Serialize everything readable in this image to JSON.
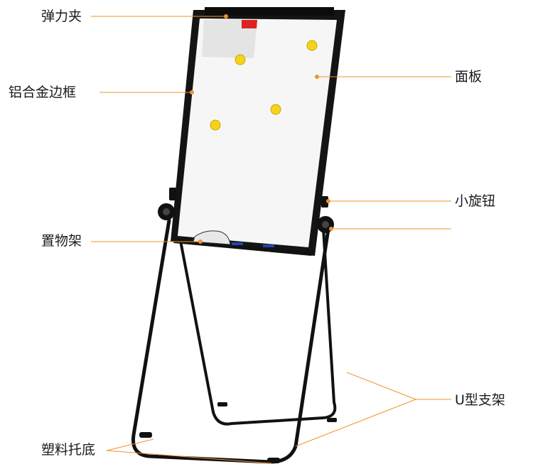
{
  "labels": {
    "clip": "弹力夹",
    "frame": "铝合金边框",
    "tray": "置物架",
    "base": "塑料托底",
    "panel": "面板",
    "knob": "小旋钮",
    "u_stand": "U型支架"
  },
  "colors": {
    "callout": "#f0932b",
    "frame": "#141414",
    "board": "#f6f6f6",
    "magnet": "#f5d21c",
    "text": "#1a1a1a"
  },
  "icons": {
    "magnet": "round-magnet",
    "knob": "rotary-knob"
  }
}
